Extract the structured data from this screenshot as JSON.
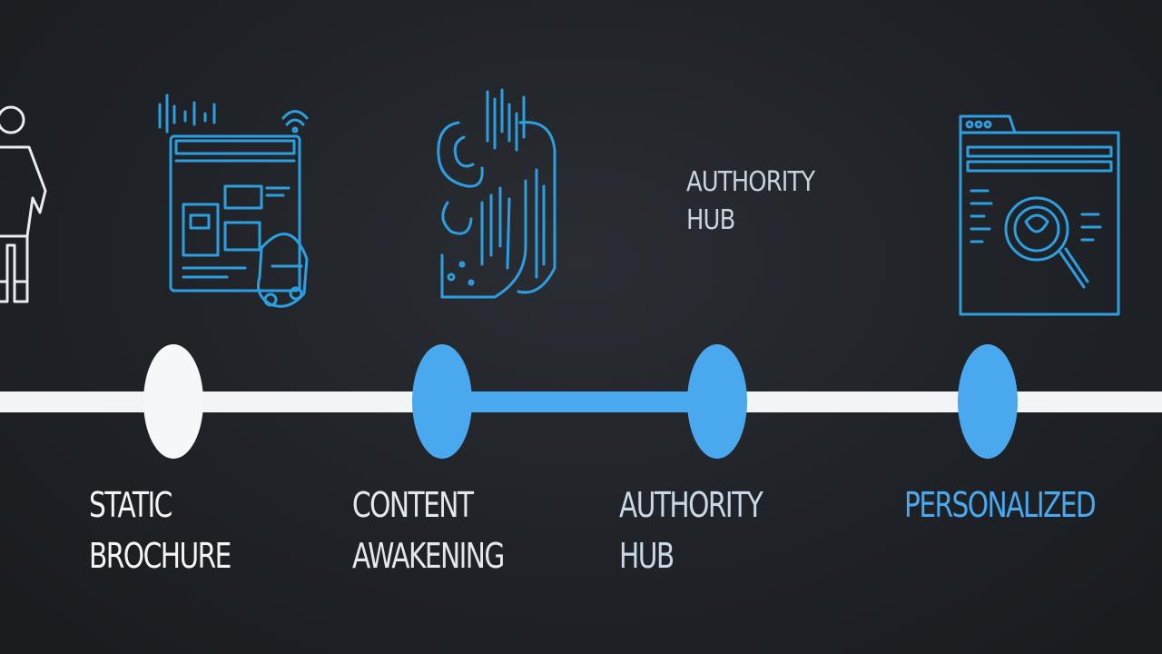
{
  "top_label": {
    "line1": "AUTHORITY",
    "line2": "HUB"
  },
  "stages": [
    {
      "line1": "STATIC",
      "line2": "BROCHURE"
    },
    {
      "line1": "CONTENT",
      "line2": "AWAKENING"
    },
    {
      "line1": "AUTHORITY",
      "line2": "HUB"
    },
    {
      "line1": "PERSONALIZED",
      "line2": ""
    }
  ],
  "icons": [
    "person-icon",
    "website-wireframe-icon",
    "content-swirl-icon",
    "search-browser-icon"
  ],
  "colors": {
    "background": "#1f2227",
    "track_white": "#f2f4f6",
    "accent_blue": "#4aa8ee",
    "icon_blue": "#2d9fe0",
    "icon_white": "#e6ecf0"
  }
}
